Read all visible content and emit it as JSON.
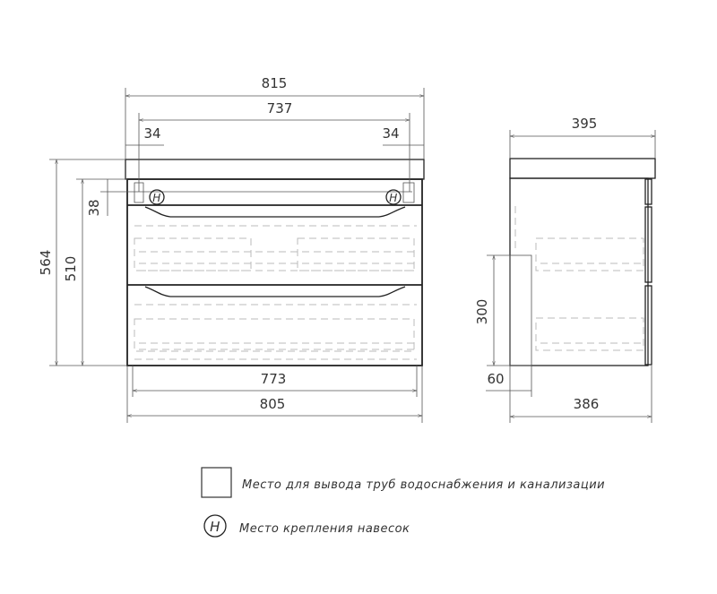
{
  "front_view": {
    "dims": {
      "overall_width": "815",
      "mount_span": "737",
      "left_offset": "34",
      "right_offset": "34",
      "total_height": "564",
      "body_height": "510",
      "mount_height": "38",
      "inner_width": "773",
      "body_width": "805"
    },
    "hinge_symbol": "H"
  },
  "side_view": {
    "dims": {
      "overall_depth": "395",
      "pipe_zone_height": "300",
      "pipe_zone_depth": "60",
      "body_depth": "386"
    }
  },
  "legend": {
    "pipe_area": "Место для вывода труб водоснабжения и канализации",
    "mount_symbol": "H",
    "mount_points": "Место крепления навесок"
  }
}
